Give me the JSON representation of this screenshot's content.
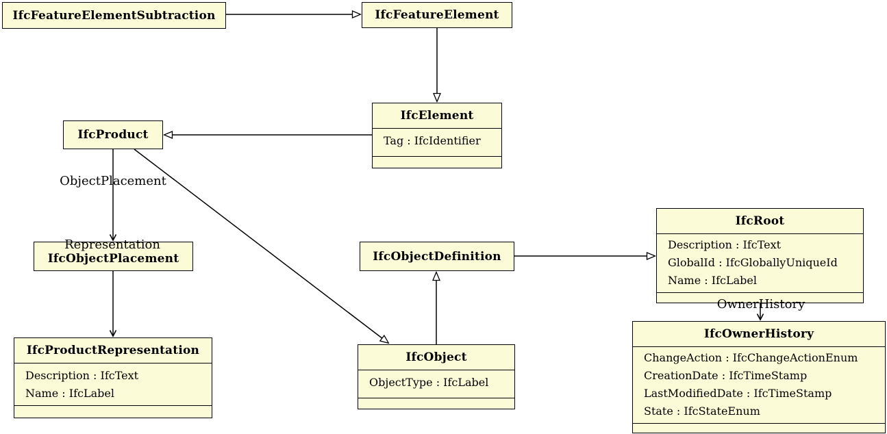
{
  "diagram": {
    "type": "uml-class-diagram",
    "colors": {
      "node_fill": "#FBFBD8",
      "node_border": "#000000",
      "edge": "#000000",
      "background": "#ffffff"
    },
    "nodes": {
      "ifcFeatureElementSubtraction": {
        "title": "IfcFeatureElementSubtraction",
        "attributes": []
      },
      "ifcFeatureElement": {
        "title": "IfcFeatureElement",
        "attributes": []
      },
      "ifcElement": {
        "title": "IfcElement",
        "attributes": [
          "Tag : IfcIdentifier"
        ]
      },
      "ifcProduct": {
        "title": "IfcProduct",
        "attributes": []
      },
      "ifcObjectPlacement": {
        "title": "IfcObjectPlacement",
        "attributes": []
      },
      "ifcProductRepresentation": {
        "title": "IfcProductRepresentation",
        "attributes": [
          "Description : IfcText",
          "Name : IfcLabel"
        ]
      },
      "ifcObjectDefinition": {
        "title": "IfcObjectDefinition",
        "attributes": []
      },
      "ifcObject": {
        "title": "IfcObject",
        "attributes": [
          "ObjectType : IfcLabel"
        ]
      },
      "ifcRoot": {
        "title": "IfcRoot",
        "attributes": [
          "Description : IfcText",
          "GlobalId : IfcGloballyUniqueId",
          "Name : IfcLabel"
        ]
      },
      "ifcOwnerHistory": {
        "title": "IfcOwnerHistory",
        "attributes": [
          "ChangeAction : IfcChangeActionEnum",
          "CreationDate : IfcTimeStamp",
          "LastModifiedDate : IfcTimeStamp",
          "State : IfcStateEnum"
        ]
      }
    },
    "edge_labels": {
      "object_placement": "ObjectPlacement",
      "representation": "Representation",
      "owner_history": "OwnerHistory"
    },
    "edges": [
      {
        "from": "IfcFeatureElementSubtraction",
        "to": "IfcFeatureElement",
        "type": "inheritance"
      },
      {
        "from": "IfcFeatureElement",
        "to": "IfcElement",
        "type": "inheritance"
      },
      {
        "from": "IfcElement",
        "to": "IfcProduct",
        "type": "inheritance"
      },
      {
        "from": "IfcProduct",
        "to": "IfcObject",
        "type": "inheritance"
      },
      {
        "from": "IfcObject",
        "to": "IfcObjectDefinition",
        "type": "inheritance"
      },
      {
        "from": "IfcObjectDefinition",
        "to": "IfcRoot",
        "type": "inheritance"
      },
      {
        "from": "IfcProduct",
        "to": "IfcObjectPlacement",
        "type": "association",
        "label": "ObjectPlacement"
      },
      {
        "from": "IfcProduct",
        "to": "IfcProductRepresentation",
        "type": "association",
        "label": "Representation"
      },
      {
        "from": "IfcRoot",
        "to": "IfcOwnerHistory",
        "type": "association",
        "label": "OwnerHistory"
      }
    ]
  }
}
